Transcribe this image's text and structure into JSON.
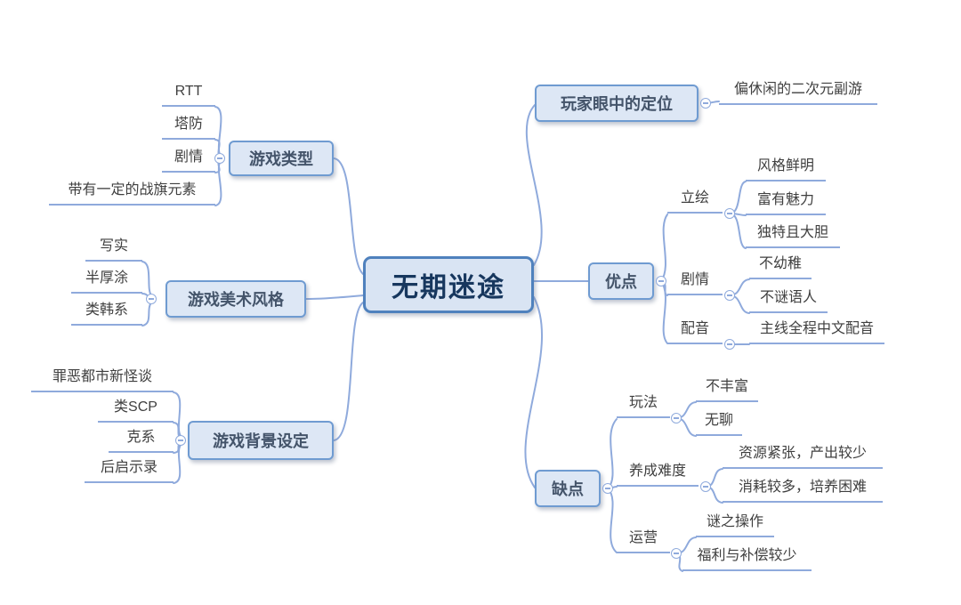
{
  "colors": {
    "line": "#8faadc",
    "node_border": "#6f9bd1",
    "center_border": "#4f81bd",
    "node_fill": "#dde7f5",
    "center_text": "#17375e",
    "topic_text": "#44546a",
    "label_text": "#3f3f3f"
  },
  "center": {
    "label": "无期迷途"
  },
  "left": [
    {
      "label": "游戏类型",
      "children": [
        {
          "label": "RTT"
        },
        {
          "label": "塔防"
        },
        {
          "label": "剧情"
        },
        {
          "label": "带有一定的战旗元素"
        }
      ]
    },
    {
      "label": "游戏美术风格",
      "children": [
        {
          "label": "写实"
        },
        {
          "label": "半厚涂"
        },
        {
          "label": "类韩系"
        }
      ]
    },
    {
      "label": "游戏背景设定",
      "children": [
        {
          "label": "罪恶都市新怪谈"
        },
        {
          "label": "类SCP"
        },
        {
          "label": "克系"
        },
        {
          "label": "后启示录"
        }
      ]
    }
  ],
  "right": [
    {
      "label": "玩家眼中的定位",
      "children": [
        {
          "label": "偏休闲的二次元副游"
        }
      ]
    },
    {
      "label": "优点",
      "children": [
        {
          "label": "立绘",
          "children": [
            {
              "label": "风格鲜明"
            },
            {
              "label": "富有魅力"
            },
            {
              "label": "独特且大胆"
            }
          ]
        },
        {
          "label": "剧情",
          "children": [
            {
              "label": "不幼稚"
            },
            {
              "label": "不谜语人"
            }
          ]
        },
        {
          "label": "配音",
          "children": [
            {
              "label": "主线全程中文配音"
            }
          ]
        }
      ]
    },
    {
      "label": "缺点",
      "children": [
        {
          "label": "玩法",
          "children": [
            {
              "label": "不丰富"
            },
            {
              "label": "无聊"
            }
          ]
        },
        {
          "label": "养成难度",
          "children": [
            {
              "label": "资源紧张，产出较少"
            },
            {
              "label": "消耗较多，培养困难"
            }
          ]
        },
        {
          "label": "运营",
          "children": [
            {
              "label": "谜之操作"
            },
            {
              "label": "福利与补偿较少"
            }
          ]
        }
      ]
    }
  ]
}
